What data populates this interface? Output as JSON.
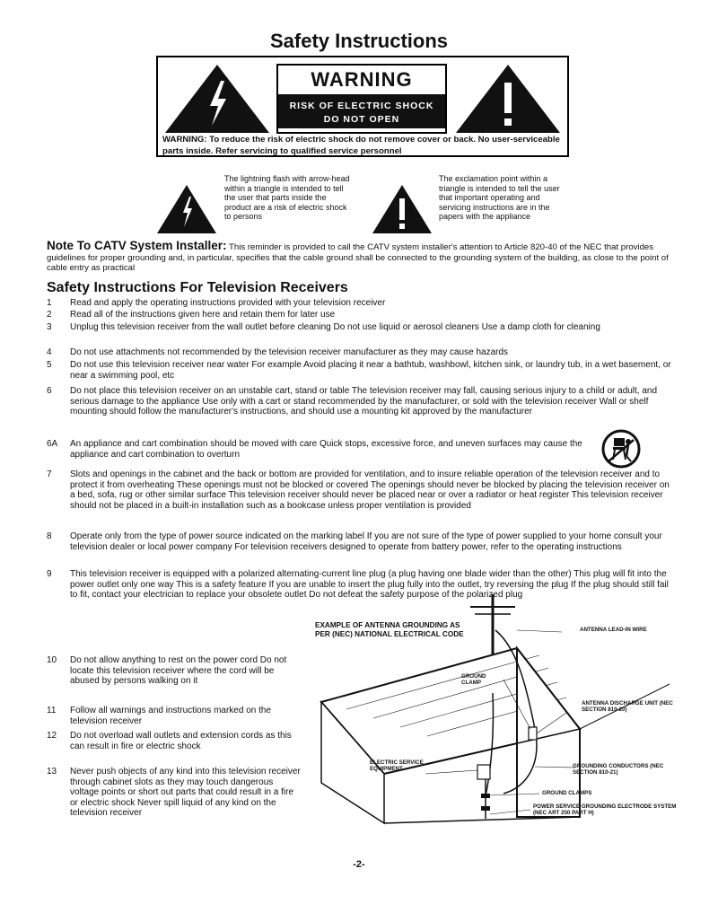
{
  "title": "Safety Instructions",
  "warning_box": {
    "word": "WARNING",
    "risk_line1": "RISK OF ELECTRIC SHOCK",
    "risk_line2": "DO NOT OPEN",
    "notice": "WARNING: To reduce the risk of electric shock do not remove cover or back. No user-serviceable parts inside. Refer servicing to qualified service personnel"
  },
  "symbols": {
    "lightning_text": "The lightning flash with arrow-head within a triangle is intended to tell the user that parts inside the product are a risk of electric shock to persons",
    "exclamation_text": "The exclamation point within a triangle is intended to tell the user that important operating and servicing instructions are in the papers with the appliance"
  },
  "catv": {
    "heading": "Note To CATV System Installer:",
    "text": " This reminder is provided to call the CATV system installer's attention to Article 820-40 of the NEC that provides guidelines for proper grounding and, in particular, specifies that the cable ground shall be connected to the grounding system of the building, as close to the point of cable entry as practical"
  },
  "section_heading": "Safety Instructions For Television Receivers",
  "items": [
    {
      "num": "1",
      "text": "Read and apply the operating instructions provided with your television receiver"
    },
    {
      "num": "2",
      "text": "Read all of the instructions given here and retain them for later use"
    },
    {
      "num": "3",
      "text": "Unplug this television receiver from the wall outlet before cleaning Do not use liquid or aerosol cleaners Use a damp cloth for cleaning"
    },
    {
      "num": "4",
      "text": "Do not use attachments not recommended by the television receiver manufacturer as they may cause hazards"
    },
    {
      "num": "5",
      "text": "Do not use this television receiver near water For example Avoid placing it near a bathtub, washbowl, kitchen sink, or laundry tub, in a wet basement, or near a swimming pool, etc"
    },
    {
      "num": "6",
      "text": "Do not place this television receiver on an unstable cart, stand or table The television receiver may fall, causing serious injury to a child or adult, and serious damage to the appliance Use only with a cart or stand recommended by the manufacturer, or sold with the television receiver Wall or shelf mounting should follow the manufacturer's instructions, and should use a mounting kit approved by the manufacturer"
    },
    {
      "num": "6A",
      "text": "An appliance and cart combination should be moved with care Quick stops, excessive force, and uneven surfaces may cause the appliance and cart combination to overturn"
    },
    {
      "num": "7",
      "text": "Slots and openings in the cabinet and the back or bottom are provided for ventilation, and to insure reliable operation of the television receiver and to protect it from overheating These openings must not be blocked or covered The openings should never be blocked by placing the television receiver on a bed, sofa, rug or other similar surface This television receiver should never be placed near or over a radiator or heat register This television receiver should not be placed in a built-in installation such as a bookcase unless proper ventilation is provided"
    },
    {
      "num": "8",
      "text": "Operate only from the type of power source indicated on the marking label If you are not sure of the type of power supplied to your home consult your television dealer or local power company For television receivers designed to operate from battery power, refer to the operating instructions"
    },
    {
      "num": "9",
      "text": "This television receiver is equipped with a polarized alternating-current line plug (a plug having one blade wider than the other) This plug will fit into the power outlet only one way This is a safety feature If you are unable to insert the plug fully into the outlet, try reversing the plug If the plug should still fail to fit, contact your electrician to replace your obsolete outlet Do not defeat the safety purpose of the polarized plug"
    },
    {
      "num": "10",
      "text": "Do not allow anything to rest on the power cord Do not locate this television receiver where the cord will be abused by persons walking on it"
    },
    {
      "num": "11",
      "text": "Follow all warnings and instructions marked on the television receiver"
    },
    {
      "num": "12",
      "text": "Do not overload wall outlets and extension cords as this can result in fire or electric shock"
    },
    {
      "num": "13",
      "text": "Never push objects of any kind into this television receiver through cabinet slots as they may touch dangerous voltage points or short out parts that could result in a fire or electric shock Never spill liquid of any kind on the television receiver"
    }
  ],
  "diagram": {
    "title_line1": "EXAMPLE OF ANTENNA GROUNDING AS",
    "title_line2": "PER (NEC) NATIONAL ELECTRICAL CODE",
    "labels": {
      "lead_in": "ANTENNA LEAD-IN WIRE",
      "ground_clamp": "GROUND CLAMP",
      "discharge": "ANTENNA DISCHARGE UNIT (NEC SECTION 810-20)",
      "electric": "ELECTRIC SERVICE EQUIPMENT",
      "conductors": "GROUNDING CONDUCTORS (NEC SECTION 810-21)",
      "clamps": "GROUND CLAMPS",
      "power": "POWER SERVICE GROUNDING ELECTRODE SYSTEM (NEC ART 250 PART H)"
    }
  },
  "page_number": "-2-"
}
